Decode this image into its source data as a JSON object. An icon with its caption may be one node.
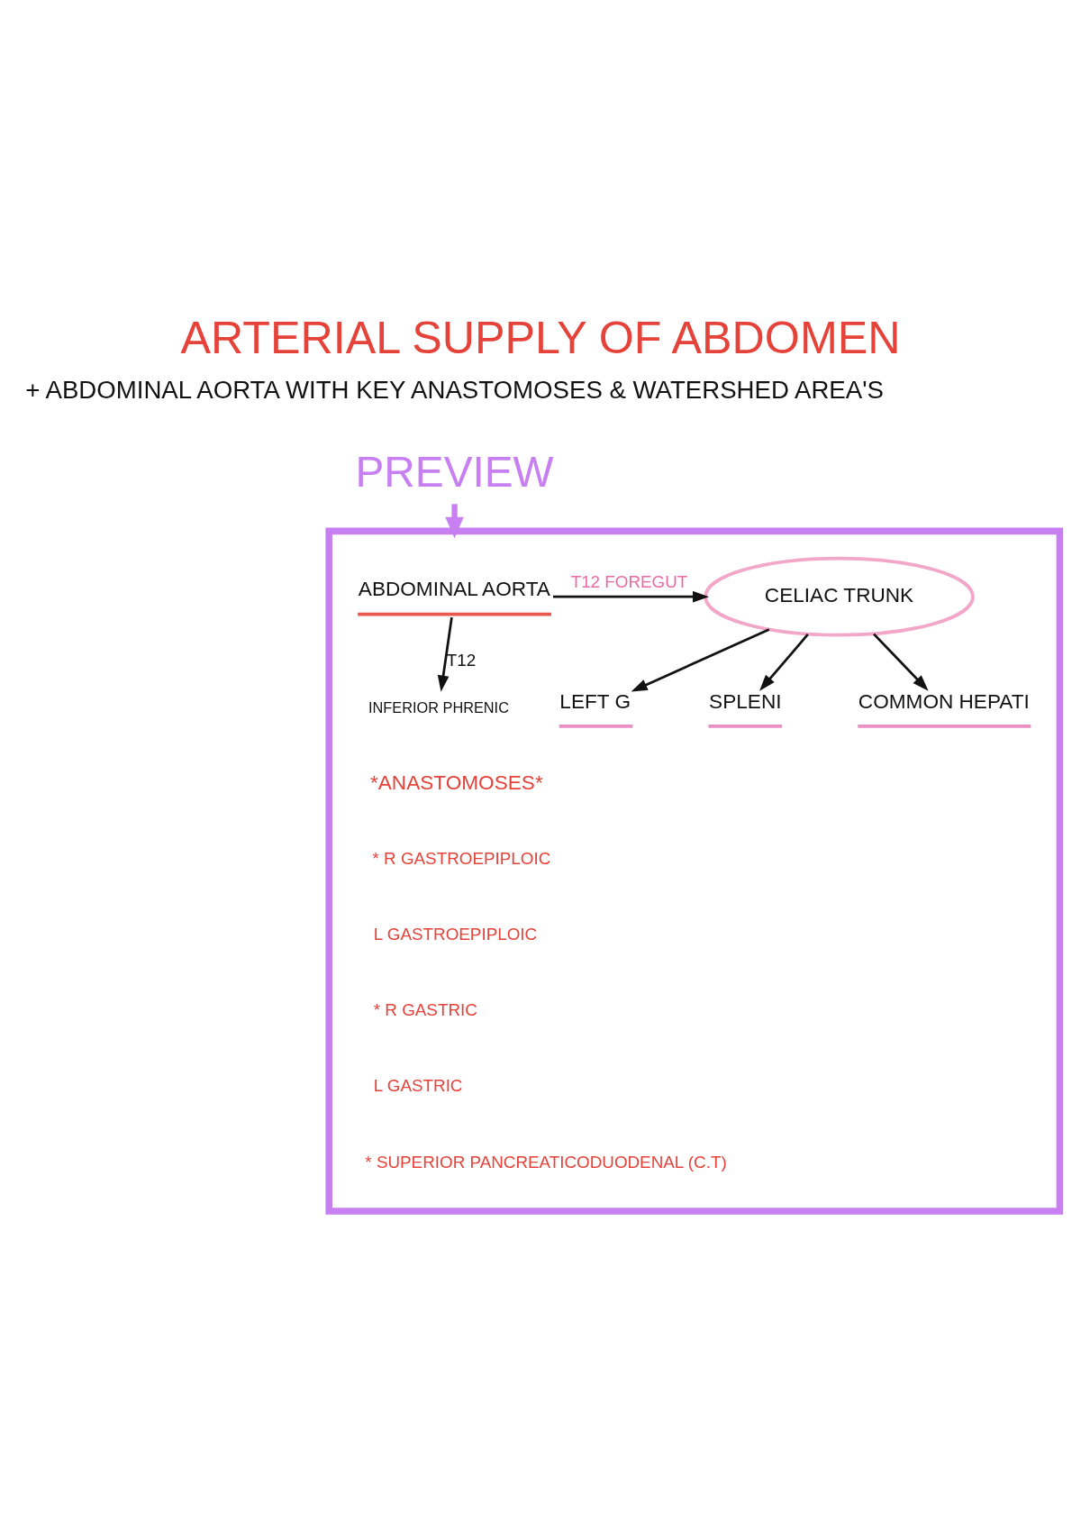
{
  "diagram": {
    "title": "ARTERIAL SUPPLY OF ABDOMEN",
    "nodes": [
      {
        "text": [
          "PREVIEW"
        ]
      },
      {
        "text": [],
        "shape": "box"
      },
      {
        "text": [
          "ABDOMINAL AORTA"
        ],
        "in": 1
      },
      {
        "text": [
          "INFERIOR PHRENIC"
        ],
        "in": 1
      },
      {
        "text": [
          "CELIAC TRUNK"
        ],
        "in": 1
      },
      {
        "text": [
          "LEFT G"
        ],
        "in": 1
      },
      {
        "text": [
          "SPLENI"
        ],
        "in": 1
      },
      {
        "text": [
          "COMMON HEPATI"
        ],
        "in": 1
      }
    ],
    "edges": [
      {
        "from": 0,
        "to": 1,
        "arrow": "to",
        "style": "thick",
        "color": "#c77ff2"
      },
      {
        "from": 2,
        "to": 3,
        "arrow": "to",
        "label": "T12"
      },
      {
        "from": 2,
        "to": 4,
        "arrow": "to",
        "label": "T12 FOREGUT"
      },
      {
        "from": 4,
        "to": 5,
        "arrow": "to"
      },
      {
        "from": 4,
        "to": 6,
        "arrow": "to"
      },
      {
        "from": 4,
        "to": 7,
        "arrow": "to"
      }
    ],
    "labels": [
      "+ ABDOMINAL AORTA WITH KEY ANASTOMOSES & WATERSHED AREA'S",
      "*ANASTOMOSES*",
      "* R GASTROEPIPLOIC",
      "L GASTROEPIPLOIC",
      "* R GASTRIC",
      "L GASTRIC",
      "* SUPERIOR PANCREATICODUODENAL (C.T)"
    ]
  }
}
